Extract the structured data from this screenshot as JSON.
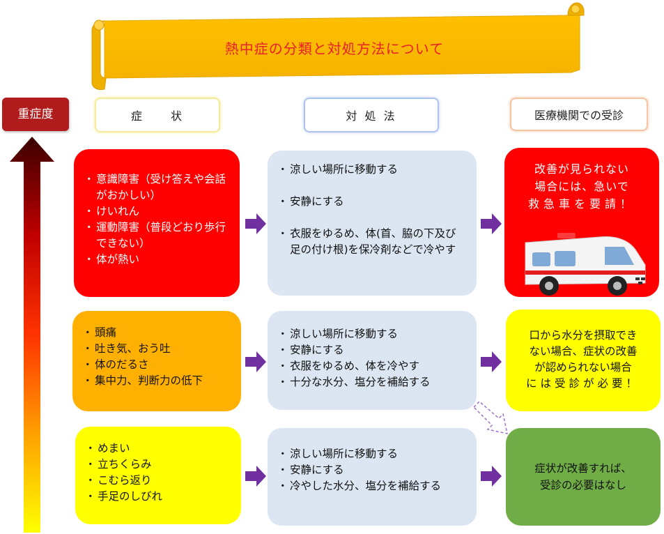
{
  "title": "熱中症の分類と対処方法について",
  "severity_label": "重症度",
  "headers": {
    "symptoms": "症　　状",
    "treatment": "対 処 法",
    "hospital": "医療機関での受診"
  },
  "colors": {
    "banner": "#ffc000",
    "severe": "#ff0000",
    "moderate": "#ffb000",
    "mild": "#ffff00",
    "treatment_bg": "#dce6f2",
    "no_visit": "#70ad47",
    "arrow": "#7030a0",
    "severity_label_bg": "#b01c1c"
  },
  "rows": [
    {
      "level": "severe",
      "symptoms": [
        "意識障害（受け答えや会話がおかしい）",
        "けいれん",
        "運動障害（普段どおり歩行できない）",
        "体が熱い"
      ],
      "treatment": [
        "涼しい場所に移動する",
        "安静にする",
        "衣服をゆるめ、体(首、脇の下及び足の付け根)を保冷剤などで冷やす"
      ],
      "hospital": [
        "改善が見られない",
        "場合には、急いで",
        "救急車を要請！"
      ],
      "hospital_icon": "ambulance-icon"
    },
    {
      "level": "moderate",
      "symptoms": [
        "頭痛",
        "吐き気、おう吐",
        "体のだるさ",
        "集中力、判断力の低下"
      ],
      "treatment": [
        "涼しい場所に移動する",
        "安静にする",
        "衣服をゆるめ、体を冷やす",
        "十分な水分、塩分を補給する"
      ],
      "hospital": [
        "口から水分を摂取でき",
        "ない場合、症状の改善",
        "が認められない場合",
        "には受診が必要！"
      ]
    },
    {
      "level": "mild",
      "symptoms": [
        "めまい",
        "立ちくらみ",
        "こむら返り",
        "手足のしびれ"
      ],
      "treatment": [
        "涼しい場所に移動する",
        "安静にする",
        "冷やした水分、塩分を補給する"
      ],
      "hospital": [
        "症状が改善すれば、",
        "受診の必要はなし"
      ]
    }
  ]
}
